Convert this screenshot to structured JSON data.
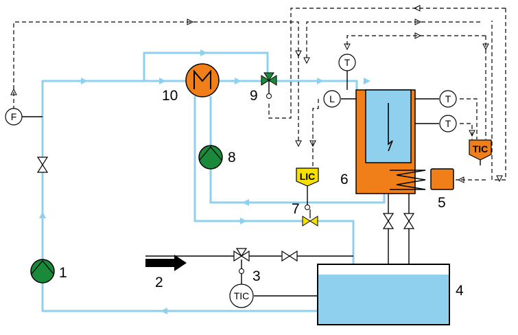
{
  "labels": {
    "pump_1": "1",
    "feed_arrow": "2",
    "valve_3": "3",
    "tank_4": "4",
    "heater_5": "5",
    "reactor_6": "6",
    "valve_7": "7",
    "pump_8": "8",
    "valve_9": "9",
    "exchanger_10": "10"
  },
  "instruments": {
    "flow": "F",
    "level_ring": "L",
    "temp_top": "T",
    "temp_reactor_1": "T",
    "temp_reactor_2": "T",
    "level_controller": "LIC",
    "temp_controller_reactor": "TIC",
    "temp_controller_tank": "TIC"
  },
  "colors": {
    "pipe": "#8fd0ee",
    "pump": "#1a8a3a",
    "reactor": "#f07f1a",
    "water": "#8fd0ee",
    "lic_box": "#f5e000",
    "valve_green": "#1a8a3a",
    "valve_yellow": "#f5e000"
  }
}
